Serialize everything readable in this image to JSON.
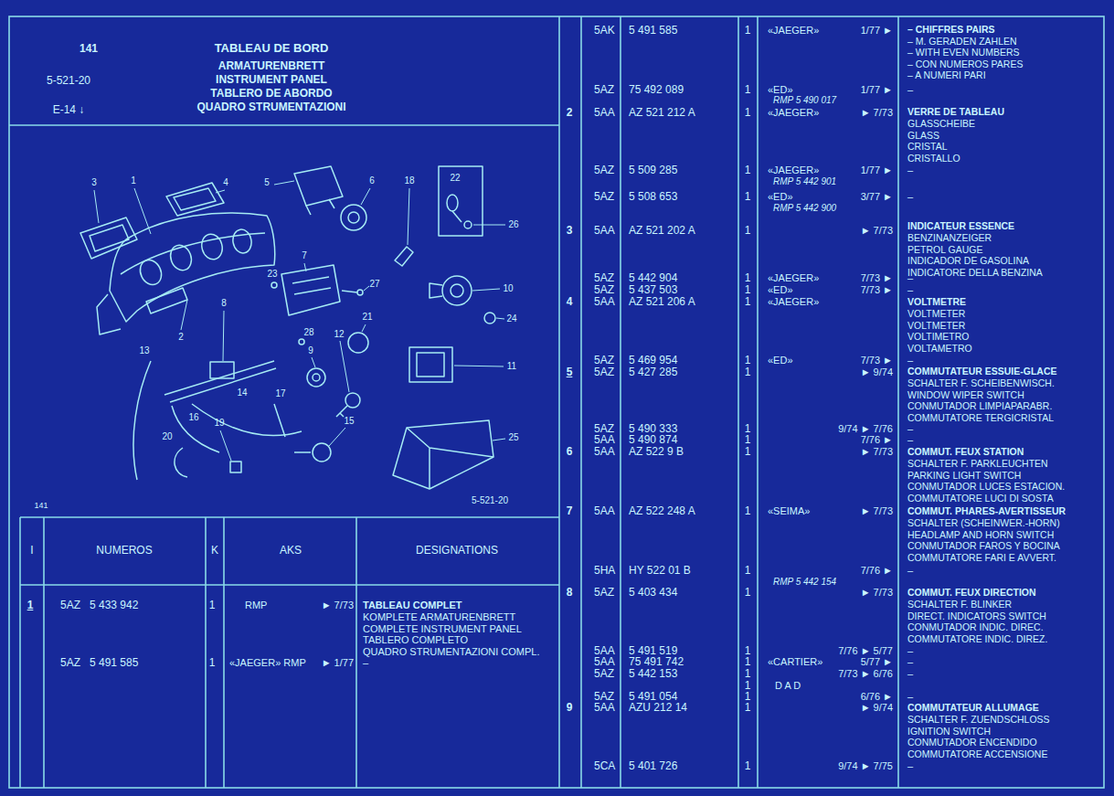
{
  "diagram": {
    "title": "TABLEAU DE BORD",
    "labels": [
      "141",
      "5-521-20",
      "E-14 ↓",
      "ARMATURENBRETT",
      "INSTRUMENT PANEL",
      "TABLERO DE ABORDO",
      "QUADRO STRUMENTAZIONI",
      "3",
      "1",
      "4",
      "5",
      "6",
      "18",
      "22",
      "26",
      "23",
      "7",
      "27",
      "10",
      "28",
      "9",
      "12",
      "21",
      "24",
      "2",
      "8",
      "13",
      "11",
      "16",
      "14",
      "17",
      "19",
      "15",
      "20",
      "25",
      "5-521-20",
      "141",
      "I",
      "NUMEROS",
      "K",
      "AKS",
      "DESIGNATIONS",
      "1",
      "5AZ",
      "5 433 942",
      "1",
      "RMP",
      "► 7/73",
      "TABLEAU COMPLET",
      "KOMPLETE ARMATURENBRETT",
      "COMPLETE INSTRUMENT PANEL",
      "TABLERO COMPLETO",
      "QUADRO STRUMENTAZIONI COMPL.",
      "5AZ",
      "5 491 585",
      "1",
      "«JAEGER» RMP",
      "► 1/77",
      "–",
      "5AK",
      "5 491 585",
      "1",
      "«JAEGER»",
      "1/77 ►",
      "– CHIFFRES PAIRS",
      "– M. GERADEN ZAHLEN",
      "– WITH EVEN NUMBERS",
      "– CON NUMEROS PARES",
      "– A NUMERI PARI",
      "5AZ",
      "75 492 089",
      "1",
      "«ED»",
      "1/77 ►",
      "–",
      "RMP 5 490 017",
      "2",
      "5AA",
      "AZ 521 212 A",
      "1",
      "«JAEGER»",
      "► 7/73",
      "VERRE DE TABLEAU",
      "GLASSCHEIBE",
      "GLASS",
      "CRISTAL",
      "CRISTALLO",
      "5AZ",
      "5 509 285",
      "1",
      "«JAEGER»",
      "1/77 ►",
      "–",
      "RMP 5 442 901",
      "5AZ",
      "5 508 653",
      "1",
      "«ED»",
      "3/77 ►",
      "–",
      "RMP 5 442 900",
      "3",
      "5AA",
      "AZ 521 202 A",
      "1",
      "► 7/73",
      "INDICATEUR ESSENCE",
      "BENZINANZEIGER",
      "PETROL GAUGE",
      "INDICADOR DE GASOLINA",
      "INDICATORE DELLA BENZINA",
      "5AZ",
      "5 442 904",
      "1",
      "«JAEGER»",
      "7/73 ►",
      "–",
      "5AZ",
      "5 437 503",
      "1",
      "«ED»",
      "7/73 ►",
      "–",
      "4",
      "5AA",
      "AZ 521 206 A",
      "1",
      "«JAEGER»",
      "VOLTMETRE",
      "VOLTMETER",
      "VOLTMETER",
      "VOLTIMETRO",
      "VOLTAMETRO",
      "5AZ",
      "5 469 954",
      "1",
      "«ED»",
      "7/73 ►",
      "–",
      "5",
      "5AZ",
      "5 427 285",
      "1",
      "► 9/74",
      "COMMUTATEUR ESSUIE-GLACE",
      "SCHALTER F. SCHEIBENWISCH.",
      "WINDOW WIPER SWITCH",
      "CONMUTADOR LIMPIAPARABR.",
      "COMMUTATORE TERGICRISTAL",
      "5AZ",
      "5 490 333",
      "1",
      "9/74 ► 7/76",
      "–",
      "5AA",
      "5 490 874",
      "1",
      "7/76 ►",
      "–",
      "6",
      "5AA",
      "AZ 522 9 B",
      "1",
      "► 7/73",
      "COMMUT. FEUX STATION",
      "SCHALTER F. PARKLEUCHTEN",
      "PARKING LIGHT SWITCH",
      "CONMUTADOR LUCES ESTACION.",
      "COMMUTATORE LUCI DI SOSTA",
      "7",
      "5AA",
      "AZ 522 248 A",
      "1",
      "«SEIMA»",
      "► 7/73",
      "COMMUT. PHARES-AVERTISSEUR",
      "SCHALTER (SCHEINWER.-HORN)",
      "HEADLAMP AND HORN SWITCH",
      "CONMUTADOR FAROS Y BOCINA",
      "COMMUTATORE FARI E AVVERT.",
      "5HA",
      "HY 522 01 B",
      "1",
      "7/76 ►",
      "–",
      "RMP 5 442 154",
      "8",
      "5AZ",
      "5 403 434",
      "1",
      "► 7/73",
      "COMMUT. FEUX DIRECTION",
      "SCHALTER F. BLINKER",
      "DIRECT. INDICATORS SWITCH",
      "CONMUTADOR INDIC. DIREC.",
      "COMMUTATORE INDIC. DIREZ.",
      "5AA",
      "5 491 519",
      "1",
      "7/76 ► 5/77",
      "–",
      "5AA",
      "75 491 742",
      "1",
      "«CARTIER»",
      "5/77 ►",
      "–",
      "5AZ",
      "5 442 153",
      "1",
      "7/73 ► 6/76",
      "–",
      "1",
      "D A D",
      "5AZ",
      "5 491 054",
      "1",
      "6/76 ►",
      "–",
      "9",
      "5AA",
      "AZU 212 14",
      "1",
      "► 9/74",
      "COMMUTATEUR ALLUMAGE",
      "SCHALTER F. ZUENDSCHLOSS",
      "IGNITION SWITCH",
      "CONMUTADOR ENCENDIDO",
      "COMMUTATORE ACCENSIONE",
      "5CA",
      "5 401 726",
      "1",
      "9/74 ► 7/75",
      "–"
    ]
  }
}
